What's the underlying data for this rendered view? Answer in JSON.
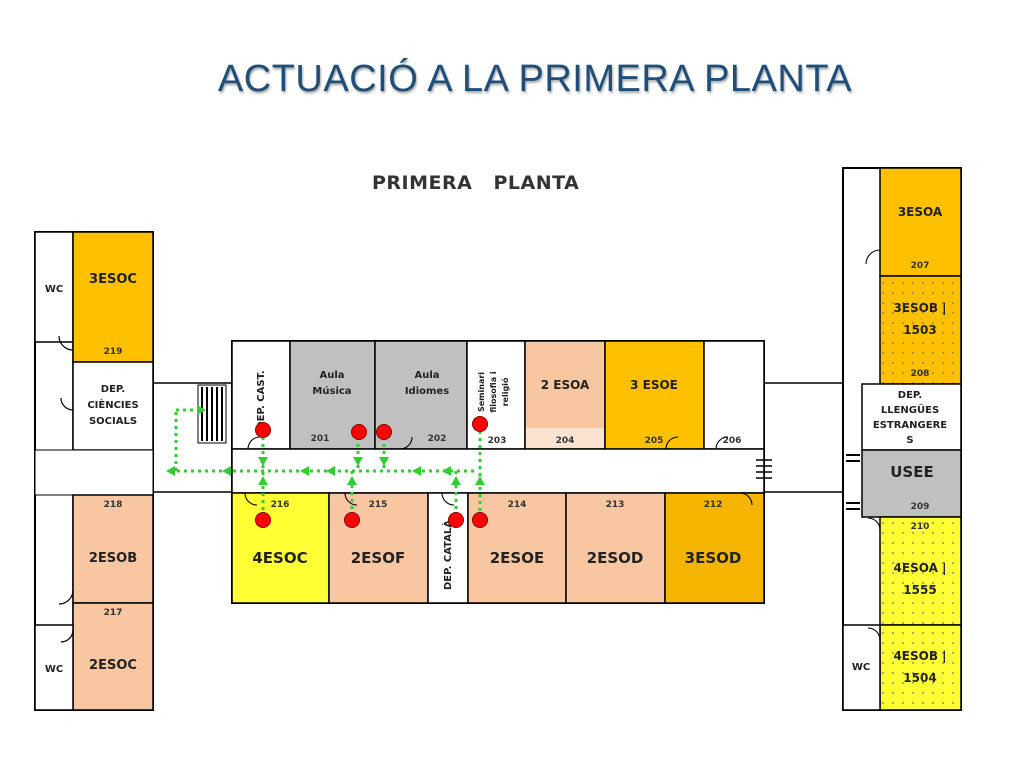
{
  "slide": {
    "title": "ACTUACIÓ A LA PRIMERA PLANTA"
  },
  "plan": {
    "title": "PRIMERA PLANTA"
  },
  "colors": {
    "orange_light": "#F8C6A0",
    "amber": "#FFC000",
    "amber_dark": "#F5B400",
    "yellow": "#FFFF33",
    "gray": "#C0C0C0",
    "route_green": "#33CC33",
    "marker_red": "#FF0000"
  },
  "rooms": {
    "wc_top_left": "WC",
    "r219_name": "3ESOC",
    "r219_num": "219",
    "dep_ciencies_1": "DEP.",
    "dep_ciencies_2": "CIÈNCIES",
    "dep_ciencies_3": "SOCIALS",
    "r218_num": "218",
    "r218_name": "2ESOB",
    "r217_num": "217",
    "r217_name": "2ESOC",
    "wc_bottom_left": "WC",
    "dep_cast": "DEP. CAST.",
    "r201_name_1": "Aula",
    "r201_name_2": "Música",
    "r201_num": "201",
    "r202_name_1": "Aula",
    "r202_name_2": "Idiomes",
    "r202_num": "202",
    "r203_name_1": "Seminari",
    "r203_name_2": "filosofia i",
    "r203_name_3": "religió",
    "r203_num": "203",
    "r204_name": "2 ESOA",
    "r204_num": "204",
    "r205_name": "3 ESOE",
    "r205_num": "205",
    "r206_num": "206",
    "r216_num": "216",
    "r216_name": "4ESOC",
    "r215_num": "215",
    "r215_name": "2ESOF",
    "dep_catala": "DEP. CATALÀ",
    "r214_num": "214",
    "r214_name": "2ESOE",
    "r213_num": "213",
    "r213_name": "2ESOD",
    "r212_num": "212",
    "r212_name": "3ESOD",
    "r207_name": "3ESOA",
    "r207_num": "207",
    "r208_name_1": "3ESOB |",
    "r208_name_2": "1503",
    "r208_num": "208",
    "dep_llengues_1": "DEP.",
    "dep_llengues_2": "LLENGÜES",
    "dep_llengues_3": "ESTRANGERE",
    "dep_llengues_4": "S",
    "r209_name": "USEE",
    "r209_num": "209",
    "r210_num": "210",
    "r210_name_1": "4ESOA |",
    "r210_name_2": "1555",
    "r211_name_1": "4ESOB |",
    "r211_name_2": "1504",
    "wc_bottom_right": "WC"
  }
}
